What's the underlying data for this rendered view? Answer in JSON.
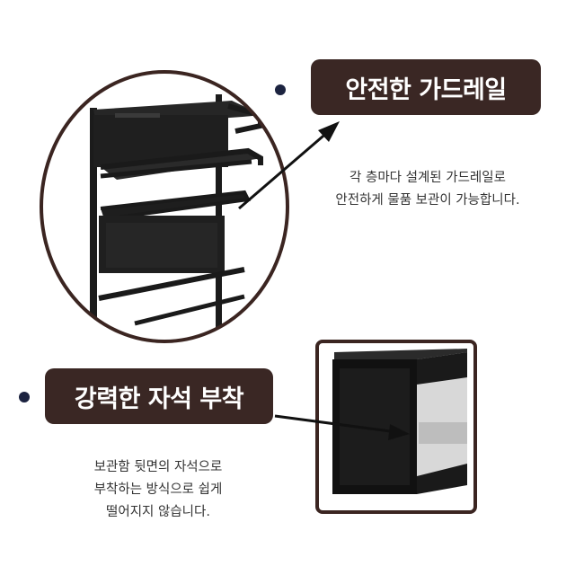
{
  "features": [
    {
      "title": "안전한 가드레일",
      "lines": [
        "각 층마다 설계된 가드레일로",
        "안전하게 물품 보관이 가능합니다."
      ],
      "icon": "shelf-guardrail-photo"
    },
    {
      "title": "강력한 자석 부착",
      "lines": [
        "보관함 뒷면의 자석으로",
        "부착하는 방식으로 쉽게",
        "떨어지지 않습니다."
      ],
      "icon": "magnet-closeup-photo"
    }
  ],
  "colors": {
    "pill_bg": "#3a2724",
    "bullet": "#1c2340",
    "circle_border": "#3b2521",
    "text": "#333333"
  }
}
